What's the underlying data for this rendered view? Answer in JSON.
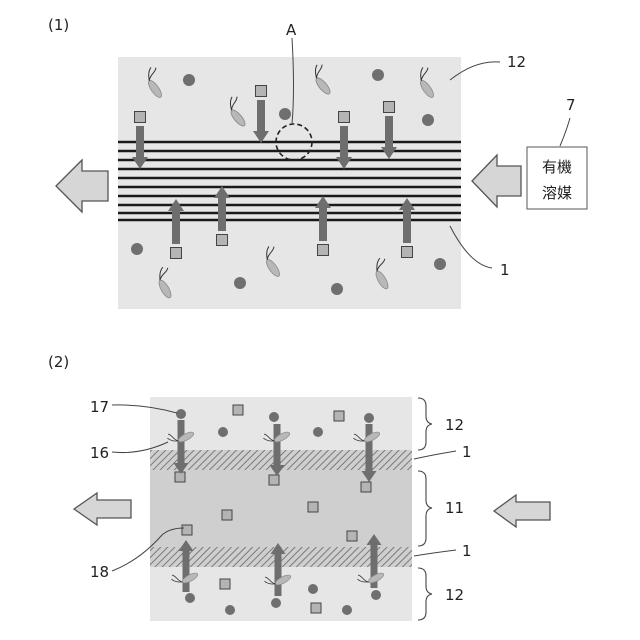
{
  "panel1": {
    "label": "(1)",
    "callout_a": "A",
    "callout_12": "12",
    "callout_7": "7",
    "callout_1": "1",
    "solvent_box": [
      "有機",
      "溶媒"
    ]
  },
  "panel2": {
    "label": "(2)",
    "callout_17": "17",
    "callout_16": "16",
    "callout_18": "18",
    "callout_12_top": "12",
    "callout_1_top": "1",
    "callout_11": "11",
    "callout_1_bottom": "1",
    "callout_12_bottom": "12"
  },
  "colors": {
    "region_light": "#e6e6e6",
    "region_mid": "#cfcfcf",
    "membrane_line": "#1a1a1a",
    "arrow_dark": "#6e6e6e",
    "arrow_light": "#d6d6d6",
    "square_fill": "#b4b4b4",
    "dot_fill": "#6f6f6f",
    "bacteria_fill": "#b8b8b8"
  },
  "icons": {
    "square": "square-particle-icon",
    "dot": "round-particle-icon",
    "bacteria": "bacterium-icon"
  }
}
